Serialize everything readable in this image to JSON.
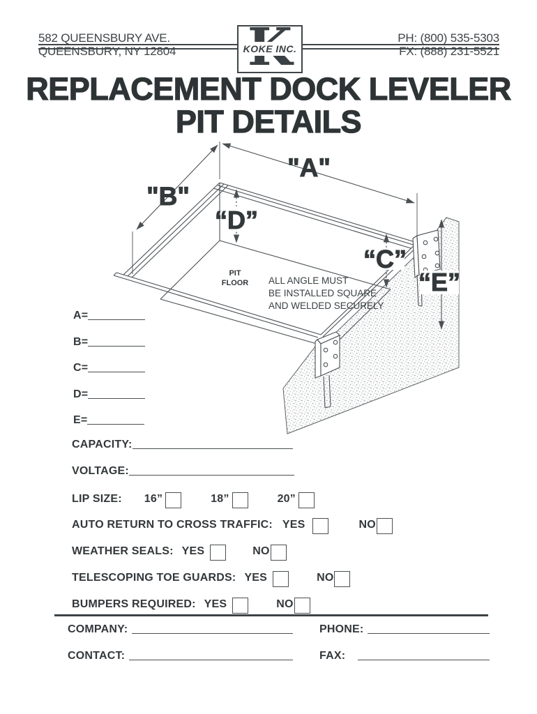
{
  "header": {
    "address_line1": "582 QUEENSBURY AVE.",
    "address_line2": "QUEENSBURY, NY 12804",
    "phone": "PH: (800) 535-5303",
    "fax": "FX: (888) 231-5521",
    "logo_letter": "K",
    "logo_text": "KOKE INC."
  },
  "title": {
    "line1": "REPLACEMENT DOCK LEVELER",
    "line2": "PIT DETAILS"
  },
  "diagram": {
    "dim_labels": {
      "a": "\"A\"",
      "b": "\"B\"",
      "c": "“C”",
      "d": "“D”",
      "e": "“E”"
    },
    "pit_floor_line1": "PIT",
    "pit_floor_line2": "FLOOR",
    "note_line1": "ALL ANGLE MUST",
    "note_line2": "BE INSTALLED SQUARE",
    "note_line3": "AND WELDED SECURELY"
  },
  "measurements": [
    {
      "label": "A="
    },
    {
      "label": "B="
    },
    {
      "label": "C="
    },
    {
      "label": "D="
    },
    {
      "label": "E="
    }
  ],
  "fields": {
    "capacity_label": "CAPACITY:",
    "voltage_label": "VOLTAGE:",
    "lip_size_label": "LIP SIZE:",
    "lip_options": [
      "16”",
      "18”",
      "20”"
    ]
  },
  "yesno_rows": [
    {
      "label": "AUTO RETURN TO CROSS TRAFFIC:",
      "yes": "YES",
      "no": "NO"
    },
    {
      "label": "WEATHER SEALS:",
      "yes": "YES",
      "no": "NO"
    },
    {
      "label": "TELESCOPING TOE GUARDS:",
      "yes": "YES",
      "no": "NO"
    },
    {
      "label": "BUMPERS REQUIRED:",
      "yes": "YES",
      "no": "NO"
    }
  ],
  "footer": {
    "company_label": "COMPANY:",
    "phone_label": "PHONE:",
    "contact_label": "CONTACT:",
    "fax_label": "FAX:"
  }
}
